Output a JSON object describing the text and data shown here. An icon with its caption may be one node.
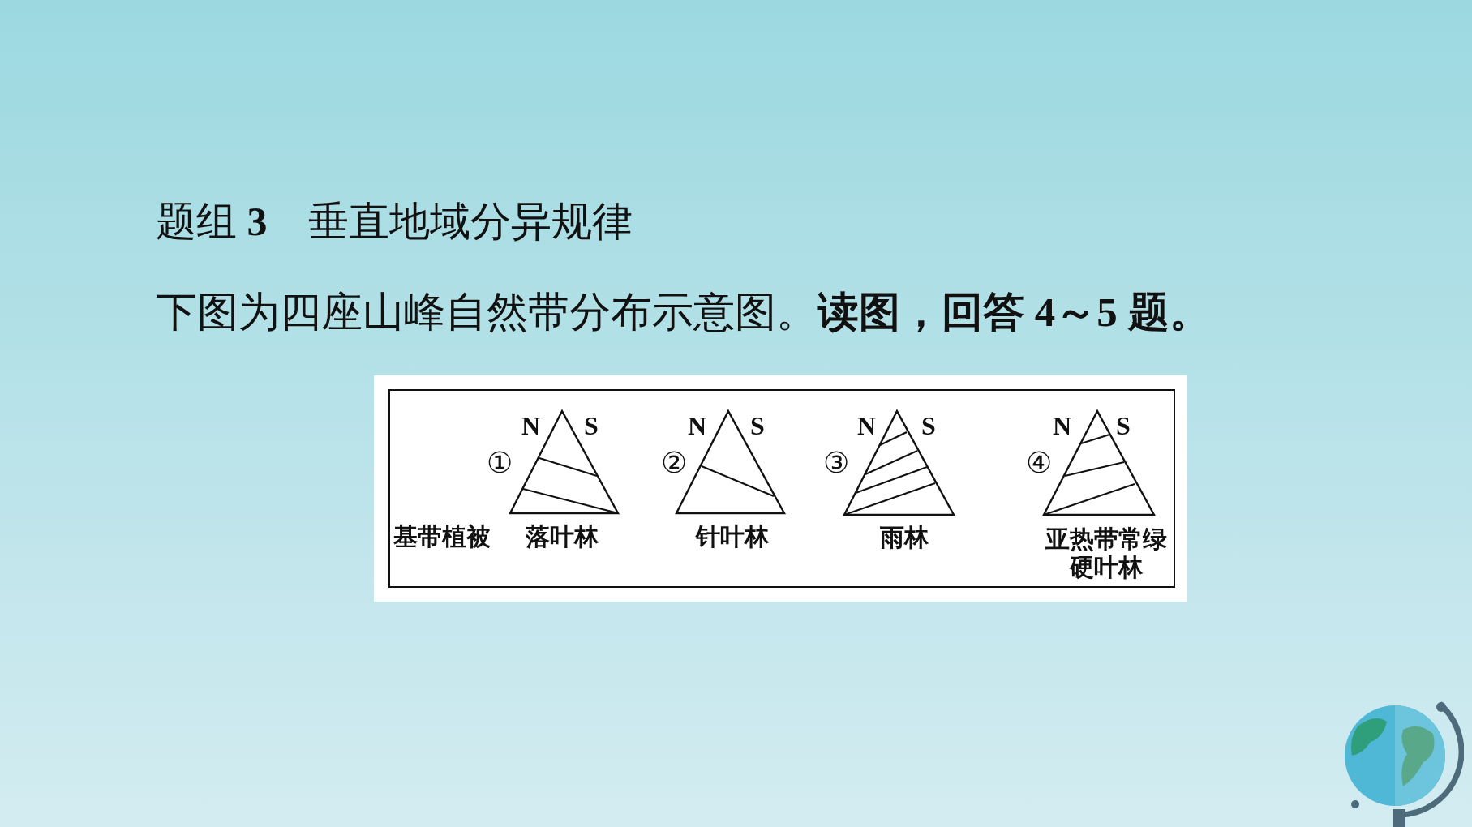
{
  "diagram": {
    "title": "题组 **3**　垂直地域分异规律",
    "caption": "下图为四座山峰自然带分布示意图。**读图，回答 4～5 题。**",
    "nodes": [
      {
        "text": [],
        "shape": "triangle",
        "beside": [
          "N",
          "S",
          "①",
          "落叶林"
        ]
      },
      {
        "text": [],
        "shape": "triangle",
        "beside": [
          "N",
          "S",
          "②",
          "针叶林"
        ]
      },
      {
        "text": [],
        "shape": "triangle",
        "beside": [
          "N",
          "S",
          "③",
          "雨林"
        ]
      },
      {
        "text": [],
        "shape": "triangle",
        "beside": [
          "N",
          "S",
          "④",
          "亚热带常绿硬叶林"
        ]
      }
    ],
    "labels": [
      "基带植被"
    ]
  }
}
